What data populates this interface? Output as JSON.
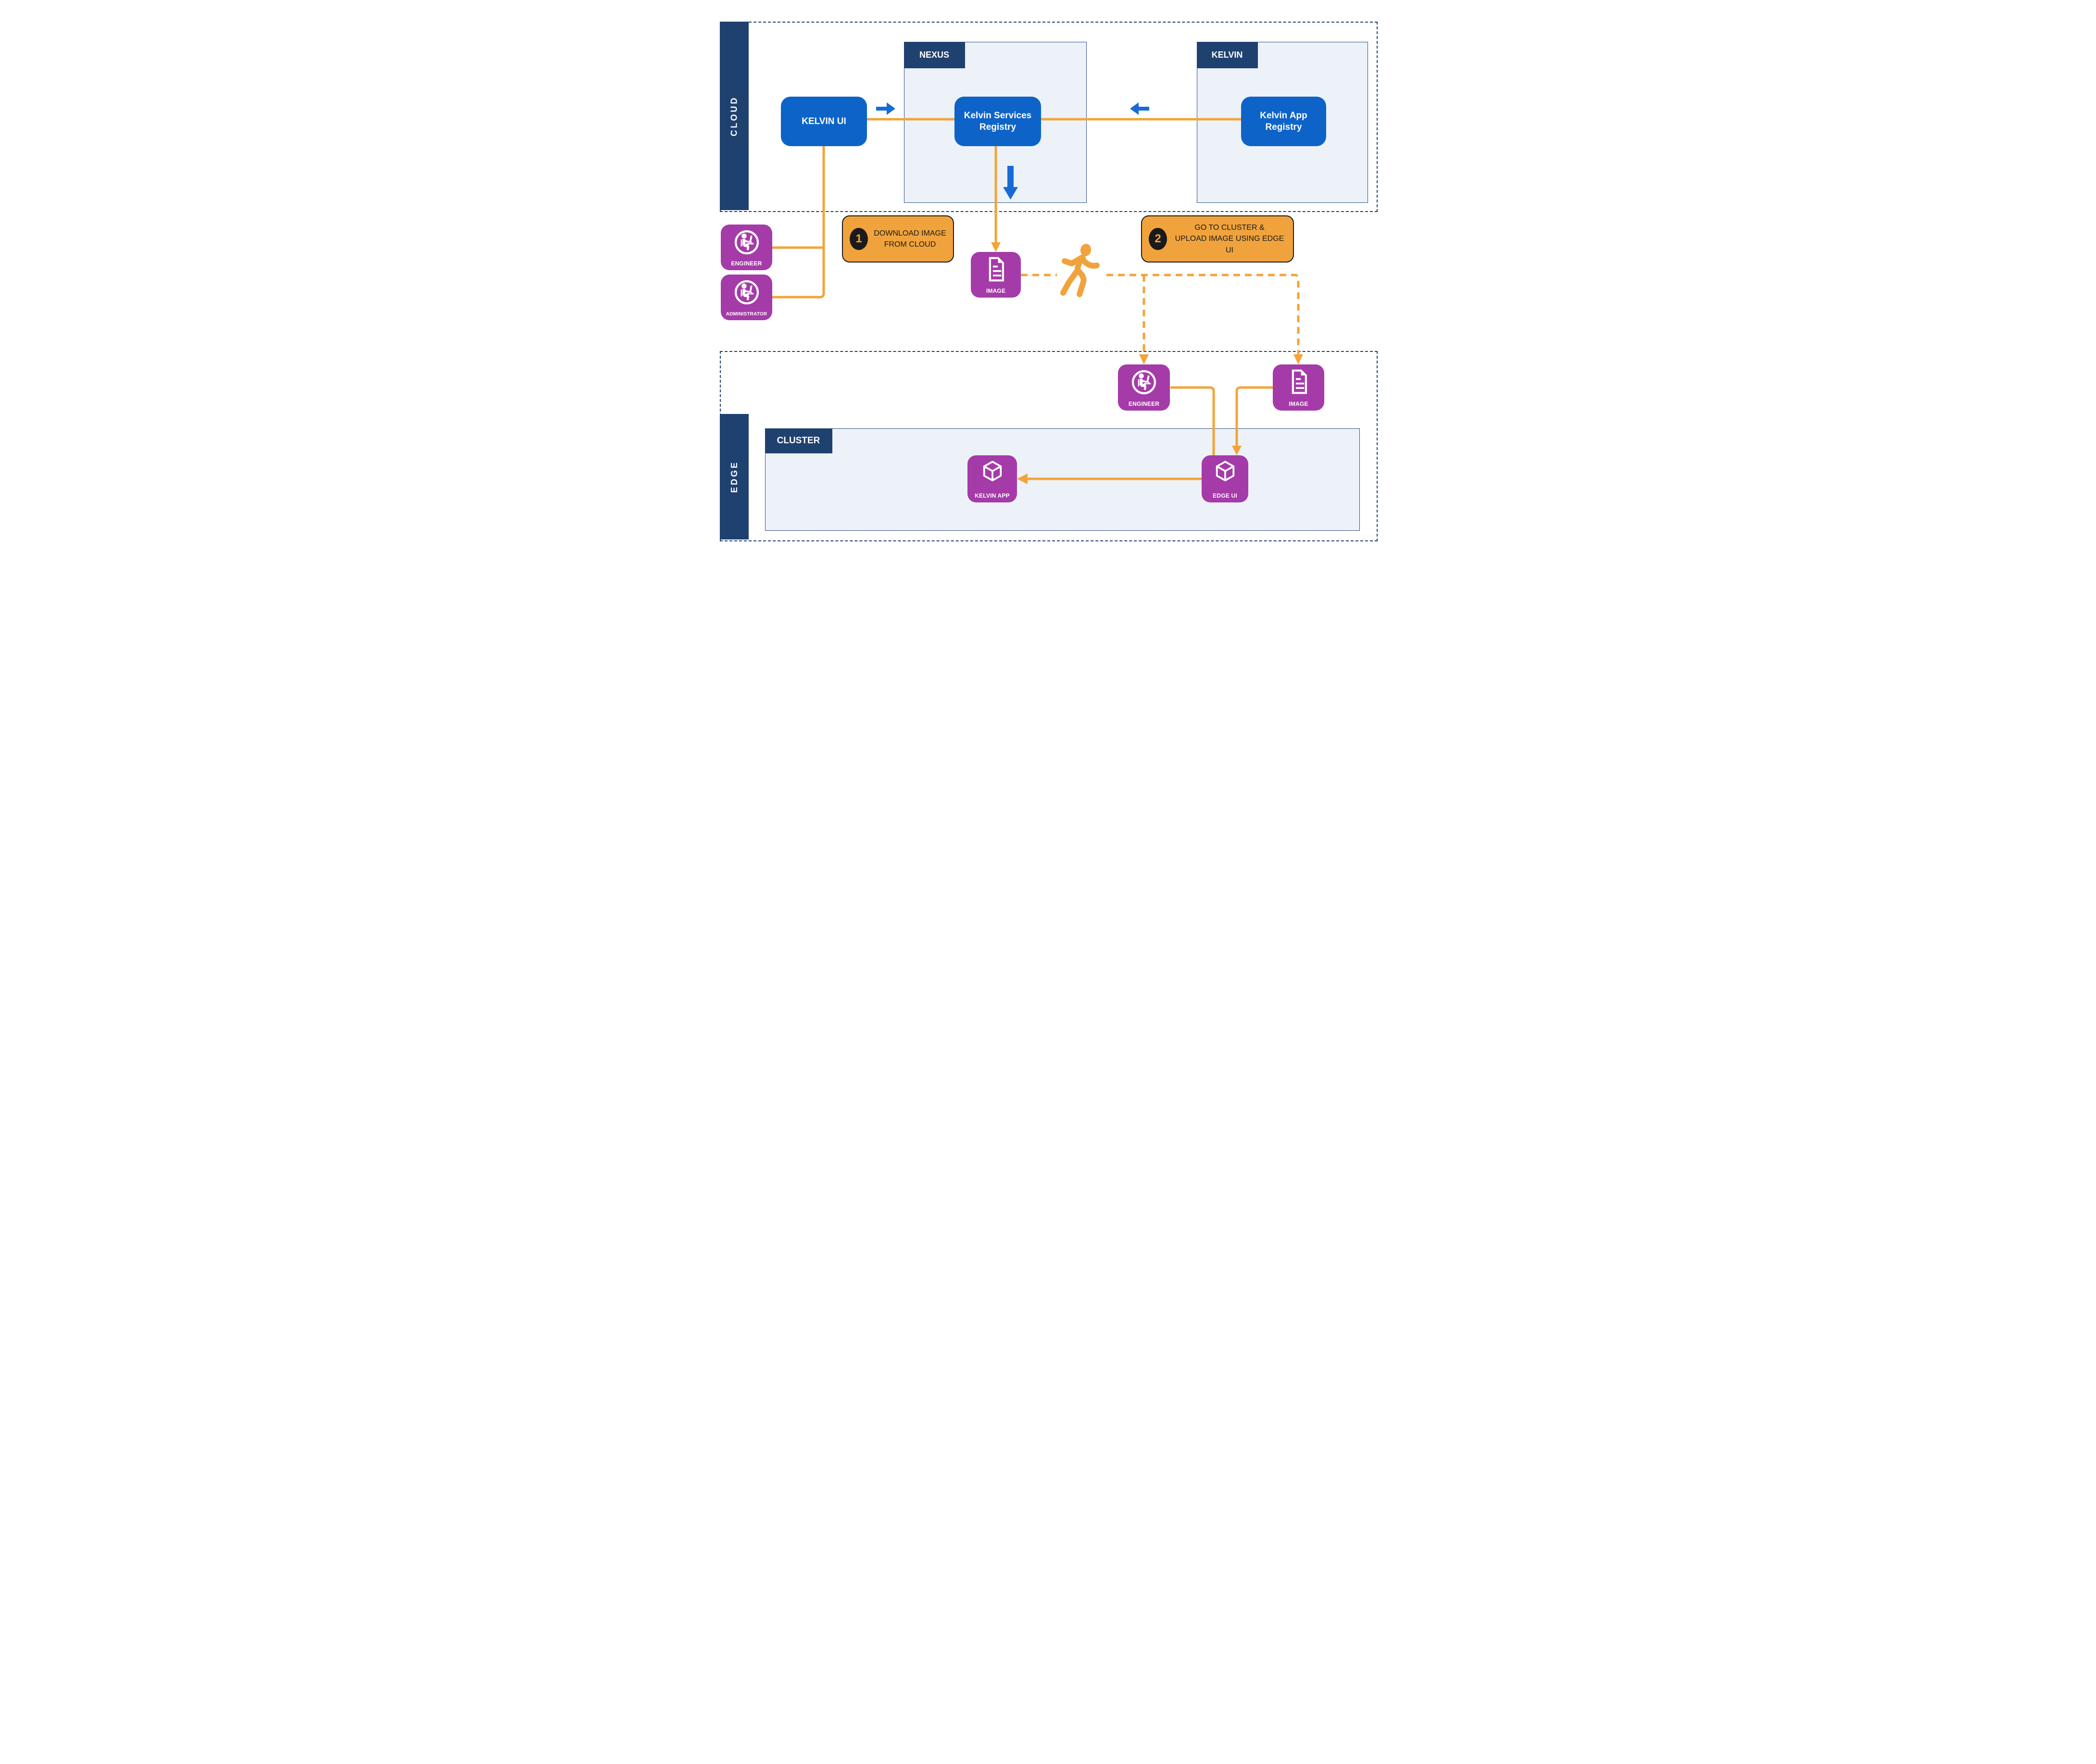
{
  "colors": {
    "navy": "#1F4170",
    "blue": "#0E63C8",
    "arrow_blue": "#176BD4",
    "orange": "#F2A438",
    "purple": "#A53BA8",
    "container_fill": "#EDF2F9",
    "callout_fill": "#F0A33C",
    "callout_text": "#1A1A1A"
  },
  "cloud": {
    "label": "CLOUD",
    "kelvin_ui": "KELVIN UI",
    "nexus_label": "NEXUS",
    "services_registry": "Kelvin Services Registry",
    "kelvin_label": "KELVIN",
    "app_registry": "Kelvin App Registry"
  },
  "actors": {
    "engineer": "ENGINEER",
    "administrator": "ADMINISTRATOR"
  },
  "artifacts": {
    "cloud_image": "IMAGE",
    "edge_image": "IMAGE"
  },
  "steps": [
    {
      "number": "1",
      "lines": [
        "DOWNLOAD IMAGE",
        "FROM CLOUD"
      ]
    },
    {
      "number": "2",
      "lines": [
        "GO TO CLUSTER &",
        "UPLOAD IMAGE USING EDGE UI"
      ]
    }
  ],
  "edge": {
    "label": "EDGE",
    "engineer": "ENGINEER",
    "cluster_label": "CLUSTER",
    "kelvin_app": "KELVIN APP",
    "edge_ui": "EDGE UI"
  }
}
